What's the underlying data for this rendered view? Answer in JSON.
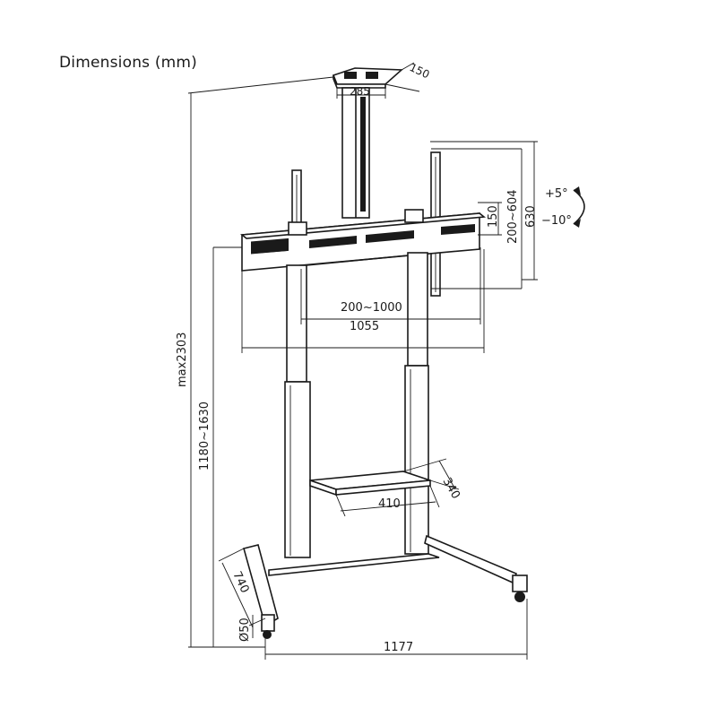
{
  "title": "Dimensions (mm)",
  "labels": {
    "top_plate_depth": "150",
    "top_plate_width": "285",
    "tilt_up": "+5°",
    "tilt_down": "−10°",
    "vesa_vertical": "200~604",
    "bracket_height": "630",
    "arm_height": "150",
    "vesa_horizontal": "200~1000",
    "bracket_width": "1055",
    "max_height": "max2303",
    "height_range": "1180~1630",
    "shelf_depth": "340",
    "shelf_width": "410",
    "base_depth": "740",
    "pole_diameter": "Ø50",
    "base_width": "1177"
  },
  "colors": {
    "line": "#1a1a1a",
    "background": "#ffffff"
  }
}
